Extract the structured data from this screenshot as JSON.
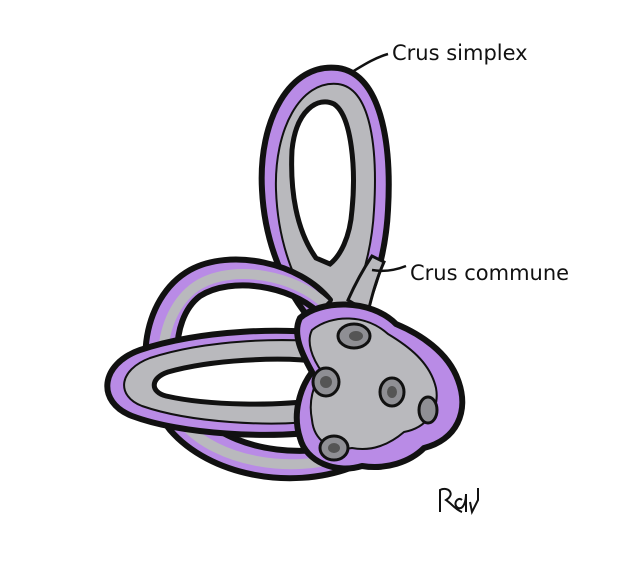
{
  "diagram": {
    "labels": {
      "crus_simplex": "Crus simplex",
      "crus_commune": "Crus commune"
    },
    "signature": "RDu"
  },
  "colors": {
    "outline": "#111111",
    "membrane_purple": "#b98be6",
    "membrane_purple_dark": "#8d5ad0",
    "bone_gray": "#b9b9bd",
    "bone_gray_dark": "#8f8f94",
    "background": "#ffffff"
  }
}
